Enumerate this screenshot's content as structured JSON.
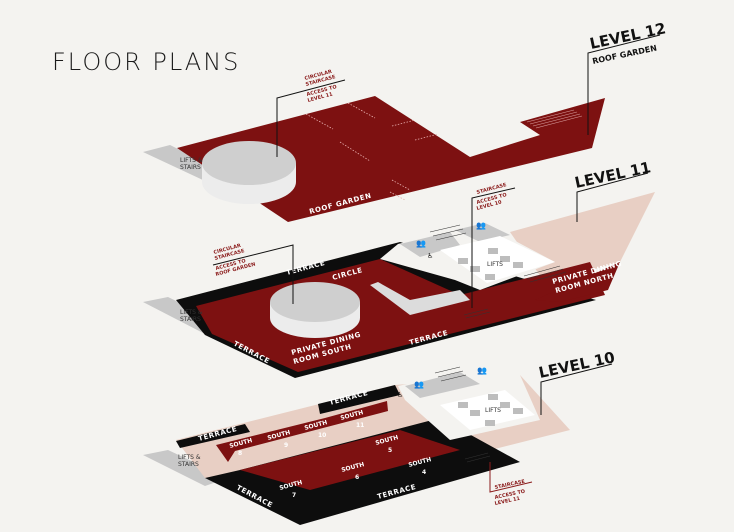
{
  "title": "FLOOR PLANS",
  "colors": {
    "floor": "#7d1111",
    "terrace": "#0d0d0d",
    "core": "#c8c8c8",
    "pink": "#e8cfc4",
    "bg": "#f4f3f0"
  },
  "level12": {
    "name": "LEVEL 12",
    "subtitle": "ROOF GARDEN",
    "lifts": "LIFTS &",
    "stairs": "STAIRS",
    "area": "ROOF GARDEN",
    "callout_a": "CIRCULAR",
    "callout_b": "STAIRCASE",
    "callout_c": "ACCESS TO",
    "callout_d": "LEVEL 11"
  },
  "level11": {
    "name": "LEVEL 11",
    "lifts_core": "LIFTS",
    "lifts": "LIFTS &",
    "stairs": "STAIRS",
    "terrace": "TERRACE",
    "circle": "CIRCLE",
    "pdr_south_a": "PRIVATE DINING",
    "pdr_south_b": "ROOM SOUTH",
    "pdr_north_a": "PRIVATE DINING",
    "pdr_north_b": "ROOM NORTH",
    "callout_a": "CIRCULAR",
    "callout_b": "STAIRCASE",
    "callout_c": "ACCESS TO",
    "callout_d": "ROOF GARDEN",
    "stair_a": "STAIRCASE",
    "stair_c": "ACCESS TO",
    "stair_d": "LEVEL 10"
  },
  "level10": {
    "name": "LEVEL 10",
    "lifts_core": "LIFTS",
    "lifts": "LIFTS &",
    "stairs": "STAIRS",
    "terrace": "TERRACE",
    "south": "SOUTH",
    "rooms": [
      "8",
      "9",
      "10",
      "11",
      "7",
      "6",
      "5",
      "4"
    ],
    "stair_a": "STAIRCASE",
    "stair_c": "ACCESS TO",
    "stair_d": "LEVEL 11"
  }
}
